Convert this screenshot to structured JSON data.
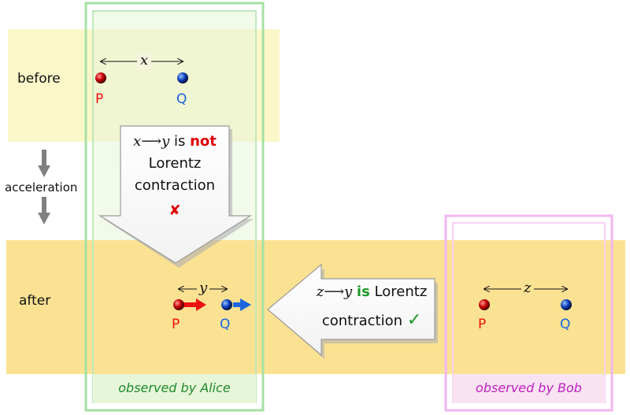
{
  "rows": {
    "before": "before",
    "acceleration": "acceleration",
    "after": "after"
  },
  "particles": {
    "p": "P",
    "q": "Q"
  },
  "distances": {
    "x": "x",
    "y": "y",
    "z": "z"
  },
  "not_box": {
    "expr": "x⟶y",
    "is": "is",
    "not": "not",
    "line2": "Lorentz",
    "line3": "contraction",
    "mark": "✘"
  },
  "is_box": {
    "expr": "z⟶y",
    "is": "is",
    "lorentz": "Lorentz",
    "line2": "contraction",
    "mark": "✓"
  },
  "observers": {
    "alice": "observed by Alice",
    "bob": "observed by Bob"
  },
  "colors": {
    "before_band": "#fbf7c9",
    "after_band": "#fbe293",
    "alice_frame": "#a6e0a4",
    "alice_fill": "#e7f6d9",
    "bob_frame": "#f3b6f0",
    "bob_fill": "#f9e3f3",
    "red": "#ee1111",
    "blue": "#1a66e0",
    "green": "#1e9a2a",
    "magenta": "#c020c0"
  }
}
